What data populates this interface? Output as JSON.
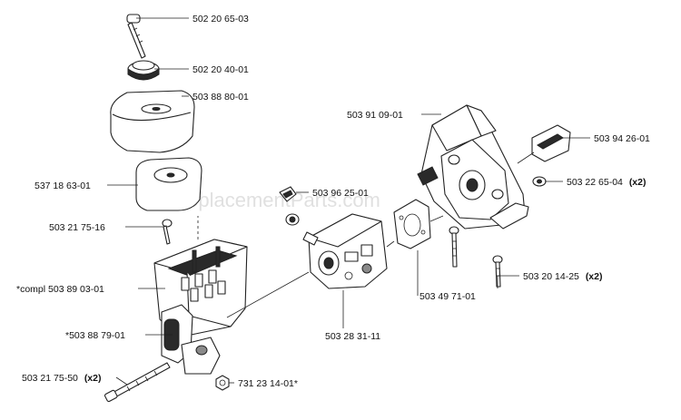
{
  "labels": {
    "p1": "502 20 65-03",
    "p2": "502 20 40-01",
    "p3": "503 88 80-01",
    "p4": "537 18 63-01",
    "p5": "503 21 75-16",
    "p6": "*compl 503 89 03-01",
    "p7": "*503 88 79-01",
    "p8": "503 21 75-50",
    "p8_qty": "(x2)",
    "p9": "731 23 14-01*",
    "p10": "503 28 31-11",
    "p11": "503 49 71-01",
    "p12": "503 96 25-01",
    "p13": "503 91 09-01",
    "p14": "503 94 26-01",
    "p15": "503 22 65-04",
    "p15_qty": "(x2)",
    "p16": "503 20 14-25",
    "p16_qty": "(x2)"
  },
  "watermark": "eReplacementParts.com",
  "colors": {
    "line": "#222222",
    "dark_part": "#2a2a2a",
    "watermark": "#c8c8c8"
  }
}
